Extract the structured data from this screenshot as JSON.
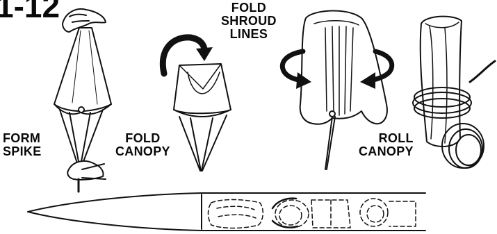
{
  "figure_number": "1-12",
  "steps": {
    "form_spike": [
      "FORM",
      "SPIKE"
    ],
    "fold_canopy": [
      "FOLD",
      "CANOPY"
    ],
    "fold_shroud_lines": [
      "FOLD",
      "SHROUD",
      "LINES"
    ],
    "roll_canopy": [
      "ROLL",
      "CANOPY"
    ]
  }
}
